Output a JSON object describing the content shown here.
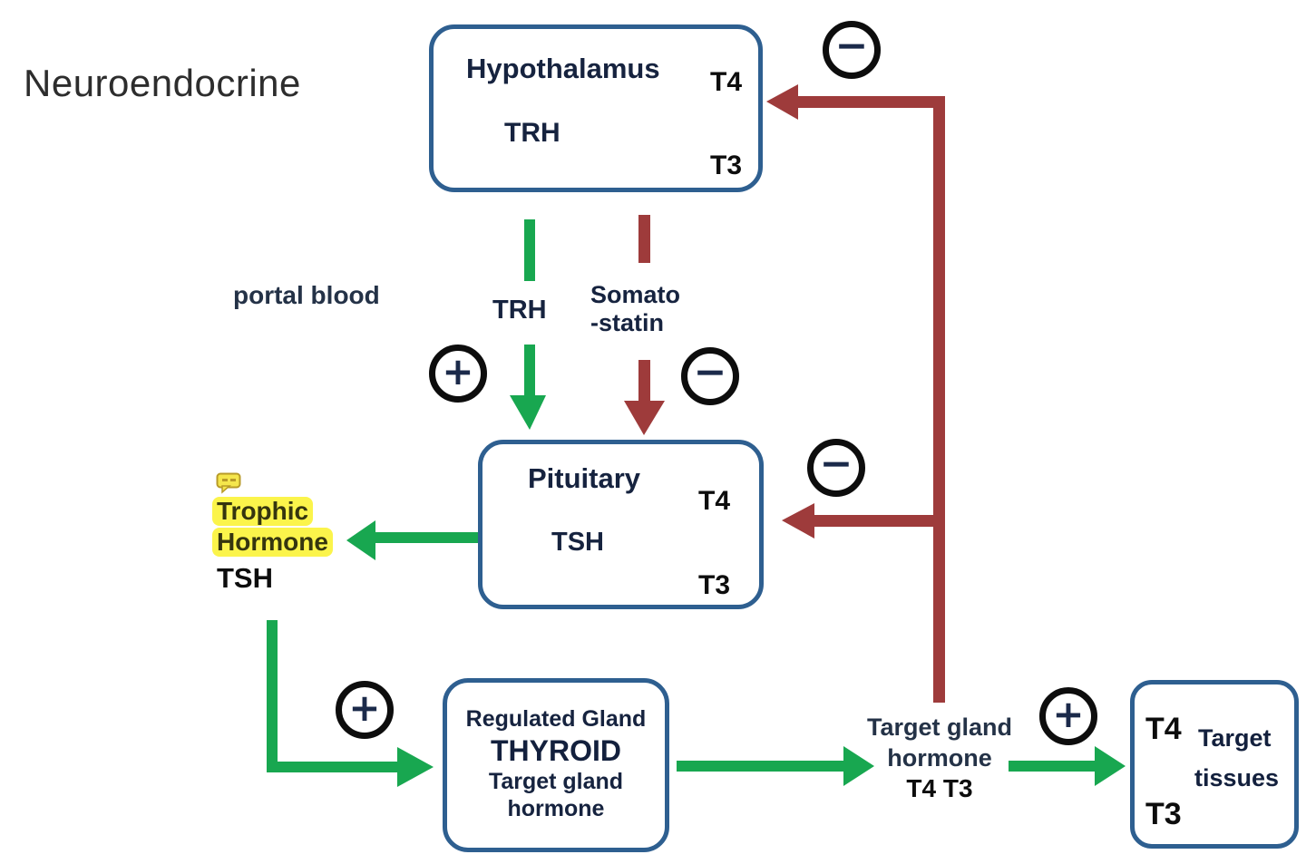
{
  "title": "Neuroendocrine",
  "labels": {
    "portal_blood": "portal blood",
    "trh": "TRH",
    "somatostatin_line1": "Somato",
    "somatostatin_line2": "-statin"
  },
  "signs": {
    "plus": "+",
    "minus": "−"
  },
  "boxes": {
    "hypothalamus": {
      "title": "Hypothalamus",
      "hormone": "TRH",
      "t4": "T4",
      "t3": "T3"
    },
    "pituitary": {
      "title": "Pituitary",
      "hormone": "TSH",
      "t4": "T4",
      "t3": "T3"
    },
    "thyroid": {
      "line1": "Regulated Gland",
      "line2": "THYROID",
      "line3": "Target gland",
      "line4": "hormone"
    },
    "target_tissues": {
      "t4": "T4",
      "t3": "T3",
      "label_line1": "Target",
      "label_line2": "tissues"
    }
  },
  "trophic": {
    "line1": "Trophic",
    "line2": "Hormone",
    "hormone_name": "TSH"
  },
  "target_gland_hormone": {
    "line1": "Target gland",
    "line2": "hormone",
    "line3": "T4 T3"
  },
  "colors": {
    "green": "#18A750",
    "dark_red": "#9E3B3B",
    "box_border": "#2E5F90",
    "navy_text": "#16233F",
    "black_text": "#0D0D0D",
    "highlight": "#FBF44B",
    "sign_color": "#1B2A4A"
  }
}
